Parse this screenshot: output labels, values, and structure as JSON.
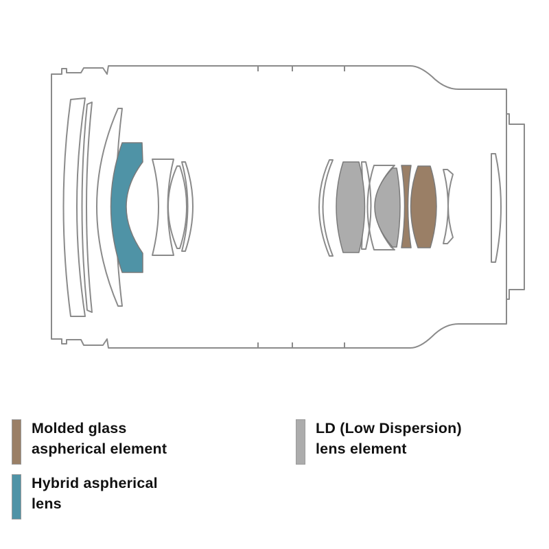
{
  "colors": {
    "outline": "#8a8a8a",
    "molded_glass": "#9a7f66",
    "ld": "#acacac",
    "hybrid": "#4f93a6"
  },
  "legend": {
    "molded": {
      "line1": "Molded glass",
      "line2": "aspherical element",
      "color": "#9a7f66"
    },
    "ld": {
      "line1": "LD (Low Dispersion)",
      "line2": "lens element",
      "color": "#acacac"
    },
    "hybrid": {
      "line1": "Hybrid aspherical",
      "line2": "lens",
      "color": "#4f93a6"
    }
  }
}
